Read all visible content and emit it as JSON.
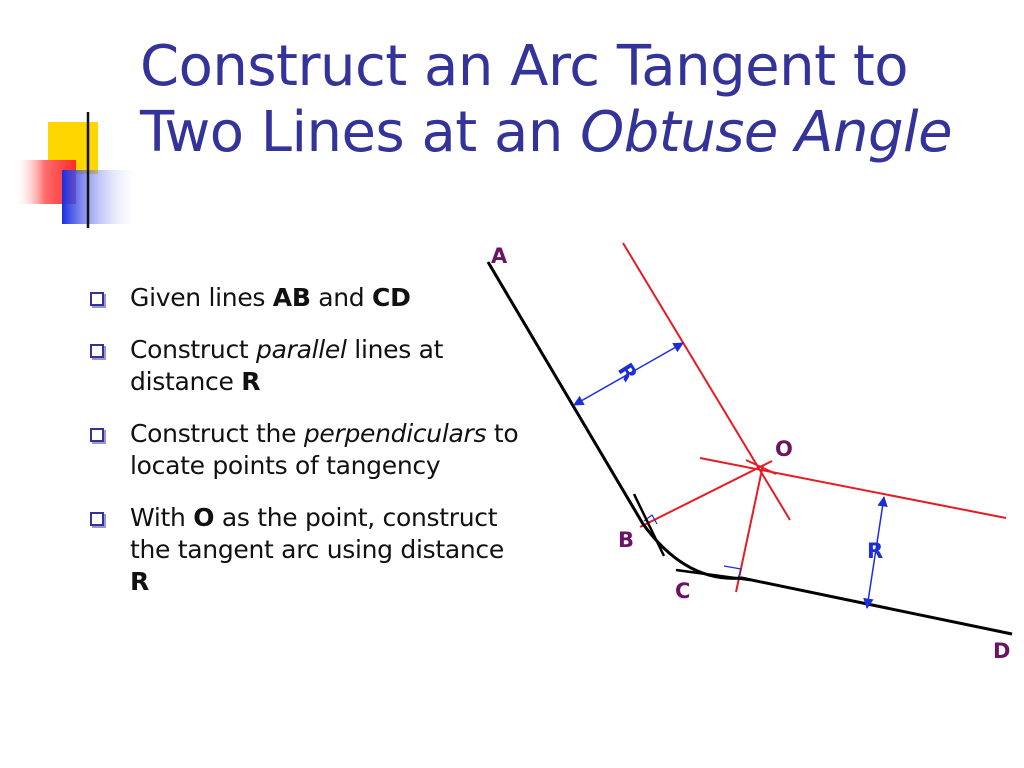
{
  "title": {
    "line1": "Construct an Arc Tangent to",
    "line2_prefix": "Two Lines at an ",
    "line2_italic": "Obtuse Angle"
  },
  "bullets": [
    {
      "t1": "Given lines ",
      "b1": "AB",
      "t2": " and ",
      "b2": "CD"
    },
    {
      "t1": "Construct ",
      "i1": "parallel",
      "t2": " lines at distance ",
      "b1": "R"
    },
    {
      "t1": "Construct the ",
      "i1": "perpendiculars",
      "t2": " to locate points of tangency"
    },
    {
      "t1": "With ",
      "b1": "O",
      "t2": " as the point, construct the tangent arc using distance ",
      "b2": "R"
    }
  ],
  "diagram": {
    "labels": {
      "a": "A",
      "b": "B",
      "c": "C",
      "d": "D",
      "o": "O",
      "r_top": "R",
      "r_bottom": "R"
    },
    "colors": {
      "line": "#000000",
      "construction": "#e51c23",
      "dimension": "#1c2fd6",
      "point_label": "#6b1464",
      "title": "#333399"
    }
  }
}
